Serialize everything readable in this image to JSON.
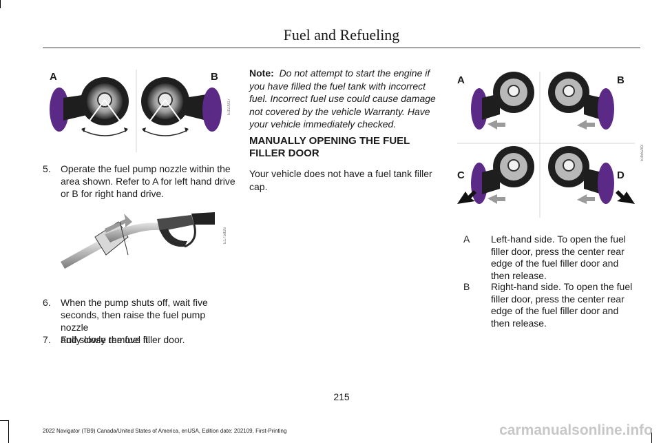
{
  "header": {
    "title": "Fuel and Refueling"
  },
  "figure1": {
    "label_a": "A",
    "label_b": "B",
    "code": "E310917"
  },
  "figure2": {
    "code": "E175826"
  },
  "figure3": {
    "label_a": "A",
    "label_b": "B",
    "label_c": "C",
    "label_d": "D",
    "code": "E355283"
  },
  "steps": [
    {
      "num": "5.",
      "lines": [
        "Operate the fuel pump nozzle within the",
        "area shown. Refer to A for left hand drive",
        "or B for right hand drive."
      ]
    },
    {
      "num": "6.",
      "lines": [
        "When the pump shuts off, wait five",
        "seconds, then raise the fuel pump nozzle",
        "and slowly remove it."
      ]
    },
    {
      "num": "7.",
      "lines": [
        "Fully close the fuel filler door."
      ]
    }
  ],
  "note": {
    "label": "Note:",
    "lines": [
      "Do not attempt to start the engine if",
      "you have filled the fuel tank with incorrect",
      "fuel.  Incorrect fuel use could cause damage",
      "not covered by the vehicle Warranty.  Have",
      "your vehicle immediately checked."
    ]
  },
  "section": {
    "heading_lines": [
      "MANUALLY OPENING THE FUEL",
      "FILLER DOOR"
    ]
  },
  "paragraph": {
    "lines": [
      "Your vehicle does not have a fuel tank filler",
      "cap."
    ]
  },
  "legend": [
    {
      "key": "A",
      "lines": [
        "Left-hand side. To open the fuel",
        "filler door, press the center rear",
        "edge of the fuel filler door and",
        "then release."
      ]
    },
    {
      "key": "B",
      "lines": [
        "Right-hand side. To open the fuel",
        "filler door, press the center rear",
        "edge of the fuel filler door and",
        "then release."
      ]
    }
  ],
  "page_number": "215",
  "footer": "2022 Navigator (TB9) Canada/United States of America, enUSA, Edition date: 202109, First-Printing",
  "watermark": "carmanualsonline.info",
  "colors": {
    "door": "#5b2a86",
    "arrow": "#9a9a9a"
  }
}
